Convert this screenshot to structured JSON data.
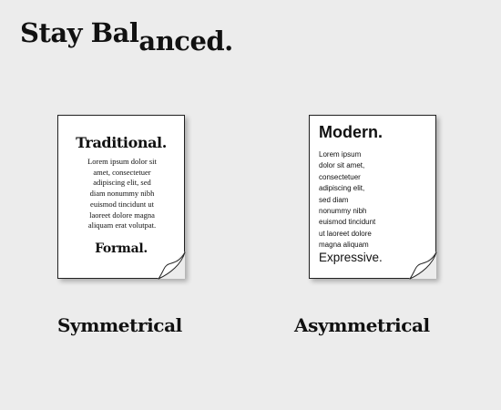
{
  "headline": {
    "part_upper": "Stay Bal",
    "part_lower": "anced."
  },
  "traditional_page": {
    "title": "Traditional.",
    "body_lines": [
      "Lorem ipsum dolor sit",
      "amet, consectetuer",
      "adipiscing elit, sed",
      "diam nonummy nibh",
      "euismod tincidunt ut",
      "laoreet dolore magna",
      "aliquam erat volutpat."
    ],
    "footer": "Formal."
  },
  "modern_page": {
    "title": "Modern.",
    "body_lines": [
      "Lorem ipsum",
      "dolor sit amet,",
      "consectetuer",
      "adipiscing elit,",
      "sed diam",
      "nonummy nibh",
      "euismod tincidunt",
      "ut laoreet dolore",
      "magna aliquam"
    ],
    "footer": "Expressive."
  },
  "captions": {
    "left": "Symmetrical",
    "right": "Asymmetrical"
  },
  "colors": {
    "background": "#ececec",
    "page": "#ffffff",
    "ink": "#111111"
  }
}
